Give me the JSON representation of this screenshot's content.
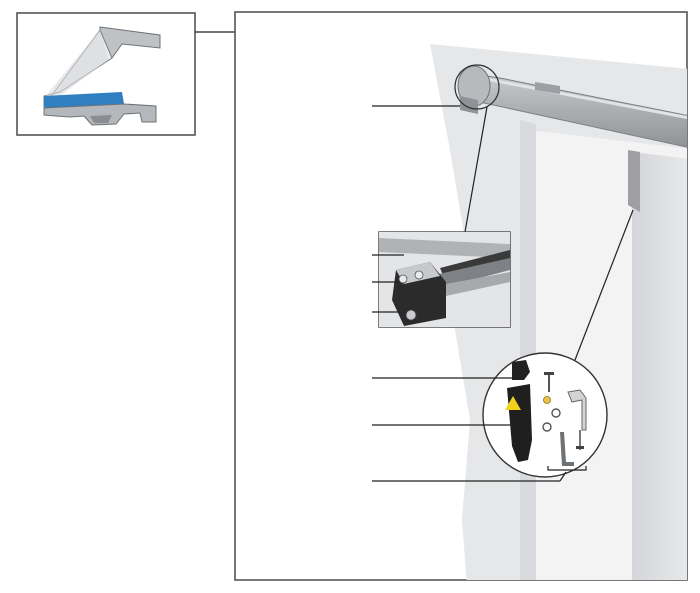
{
  "diagram": {
    "colors": {
      "frame": "#555555",
      "rail": "#a9abae",
      "rail_highlight": "#d2d4d6",
      "panel": "#e3e4e6",
      "panel_shadow": "#cfd0d3",
      "profile_blue": "#2f7fc1",
      "handle": "#1f1f1f",
      "warning_yellow": "#f2d21b",
      "leader_line": "#222222"
    },
    "parts": [
      {
        "id": "profile-cross-section-inset",
        "icon": "rail-profile-icon"
      },
      {
        "id": "rail-end-cap",
        "icon": "end-cap-icon"
      },
      {
        "id": "runner-detail-inset",
        "icon": "runner-icon"
      },
      {
        "id": "handle",
        "icon": "handle-icon"
      },
      {
        "id": "handle-clip",
        "icon": "clip-icon"
      },
      {
        "id": "screws-and-washers",
        "icon": "screw-icon"
      },
      {
        "id": "hex-key",
        "icon": "hex-key-icon"
      }
    ]
  }
}
